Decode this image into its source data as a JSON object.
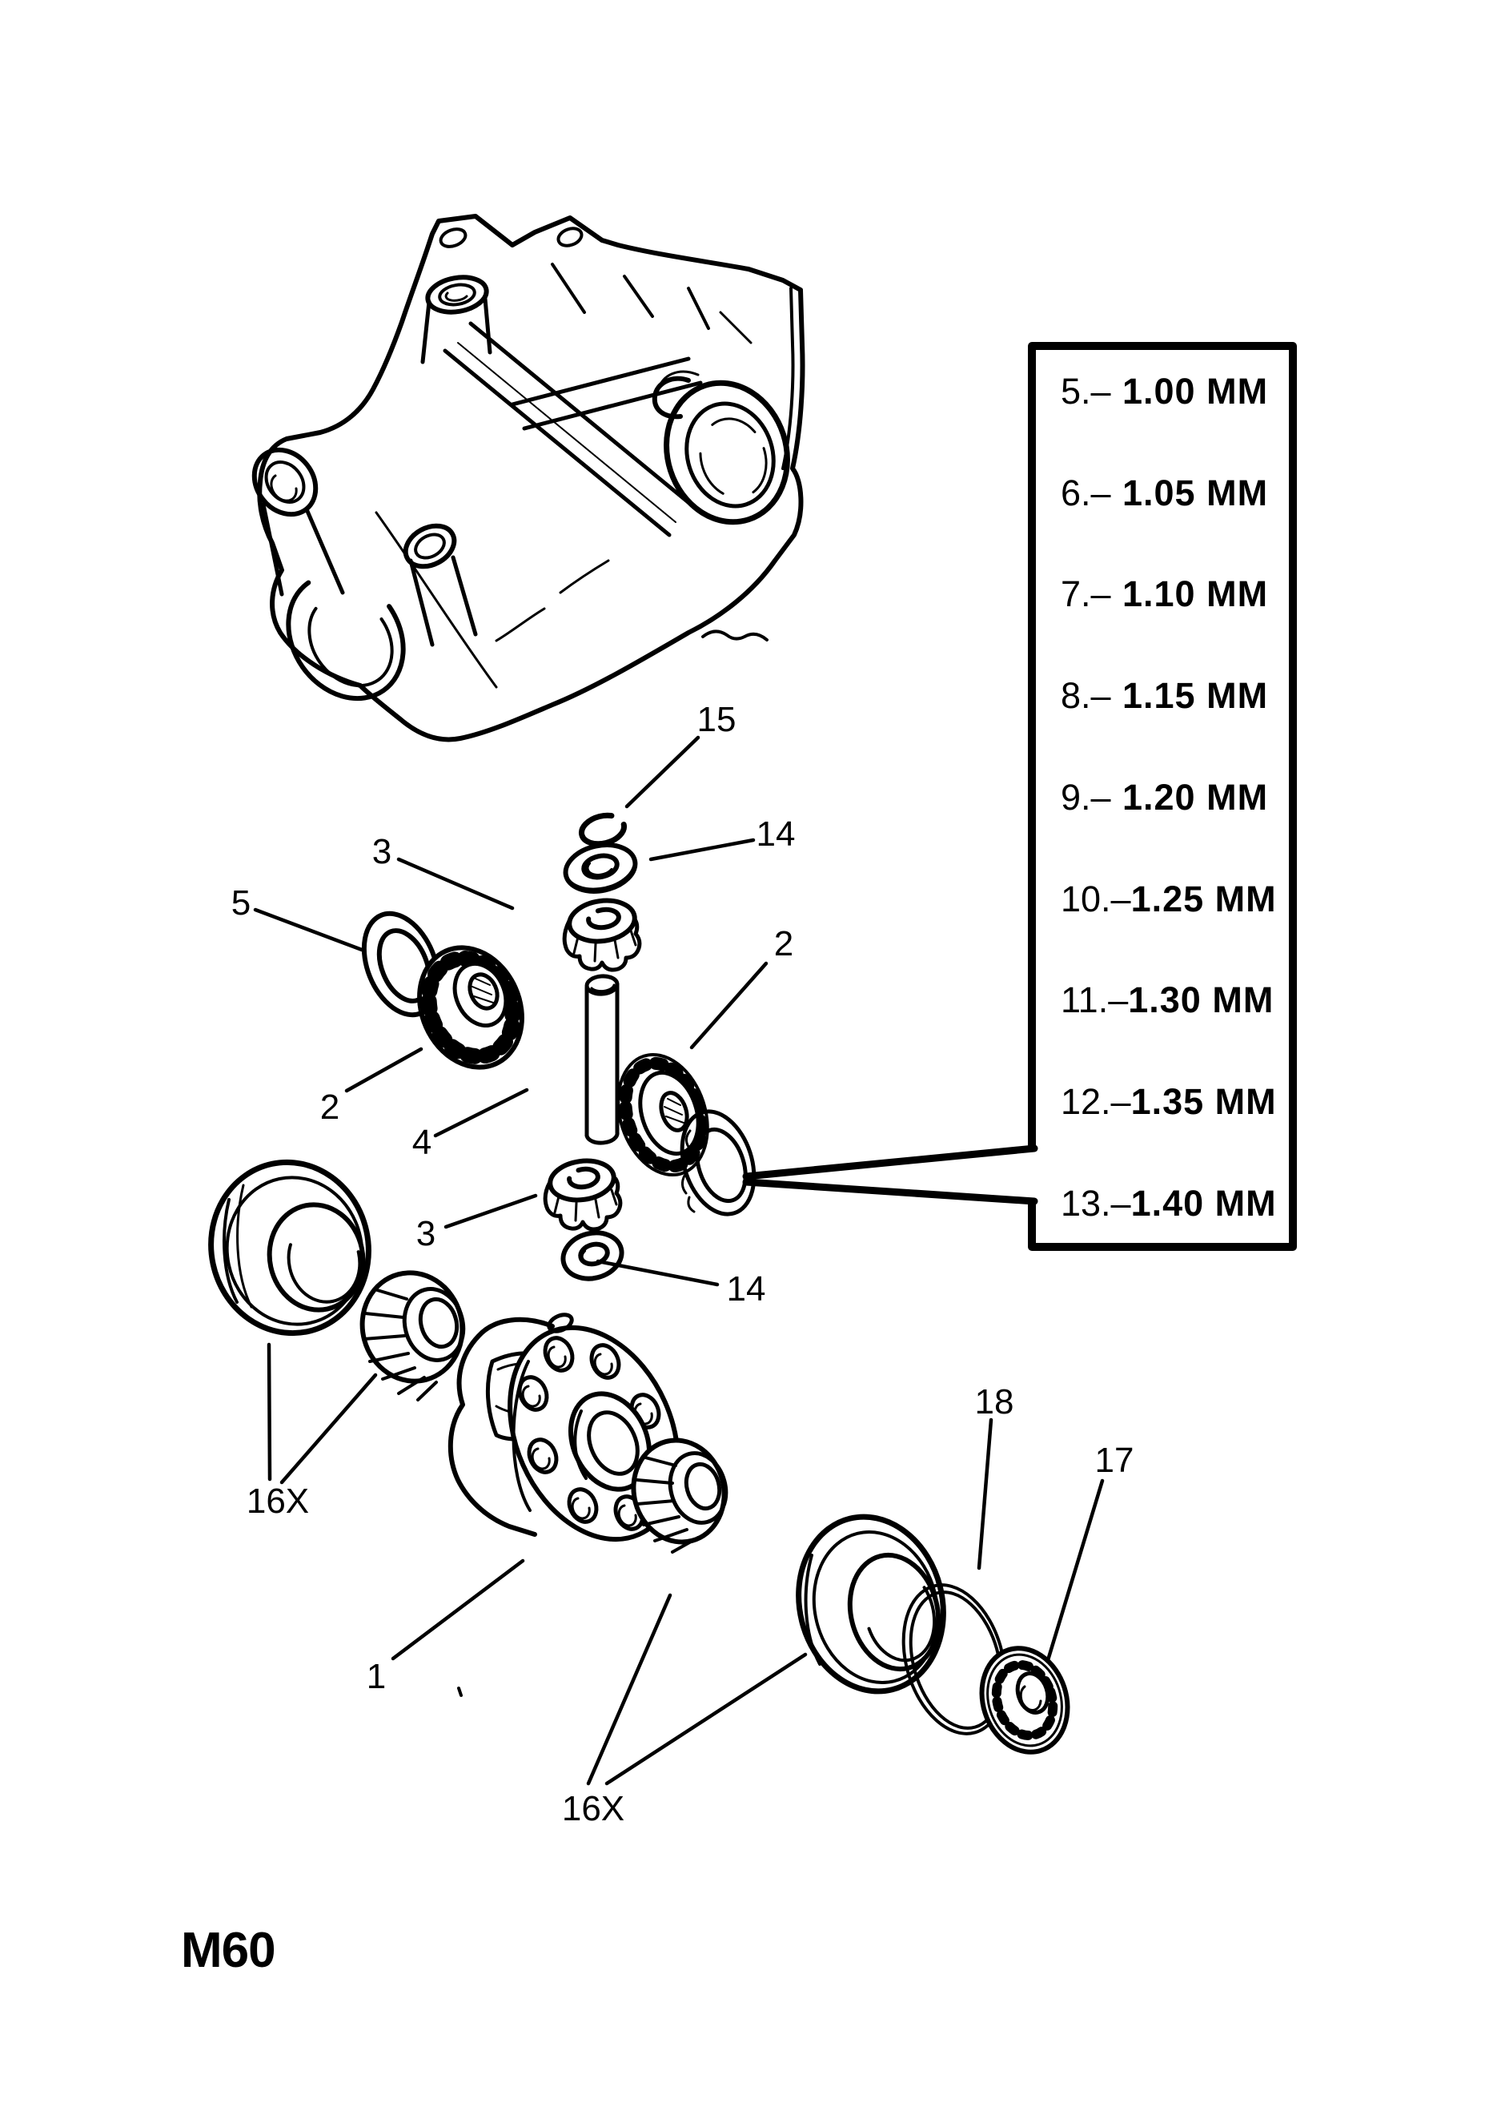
{
  "page_code": "M60",
  "colors": {
    "ink": "#000000",
    "paper": "#ffffff"
  },
  "shim_table": {
    "rows": [
      {
        "num": "5.–",
        "value": "1.00 MM"
      },
      {
        "num": "6.–",
        "value": "1.05 MM"
      },
      {
        "num": "7.–",
        "value": "1.10 MM"
      },
      {
        "num": "8.–",
        "value": "1.15 MM"
      },
      {
        "num": "9.–",
        "value": "1.20 MM"
      },
      {
        "num": "10.–",
        "value": "1.25 MM"
      },
      {
        "num": "11.–",
        "value": "1.30 MM"
      },
      {
        "num": "12.–",
        "value": "1.35 MM"
      },
      {
        "num": "13.–",
        "value": "1.40 MM"
      }
    ]
  },
  "callouts": {
    "snap_ring_small": "15",
    "thrust_washer_upper": "14",
    "pinion_upper": "3",
    "shim_ring": "5",
    "side_gear_left": "2",
    "pinion_shaft": "4",
    "side_gear_right": "2",
    "pinion_lower": "3",
    "thrust_washer_lower": "14",
    "taper_bearings_left": "16X",
    "diff_case": "1",
    "snap_ring_large": "18",
    "ball_bearing": "17",
    "taper_bearings_right": "16X"
  }
}
